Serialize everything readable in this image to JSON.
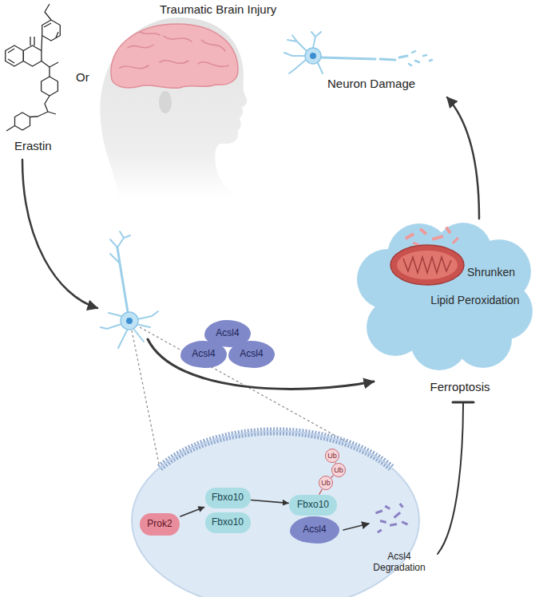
{
  "diagram": {
    "nodes": [
      {
        "text": [
          "Shrunken",
          "Lipid Peroxidation",
          "Ferroptosis"
        ]
      },
      {
        "text": [
          "Acsl4"
        ]
      },
      {
        "text": [
          "Acsl4"
        ]
      },
      {
        "text": [
          "Acsl4"
        ]
      },
      {
        "text": [
          "Ub"
        ]
      },
      {
        "text": [
          "Ub"
        ]
      },
      {
        "text": [
          "Ub"
        ]
      },
      {
        "text": [
          "Prok2"
        ]
      },
      {
        "text": [
          "Fbxo10"
        ]
      },
      {
        "text": [
          "Fbxo10"
        ]
      },
      {
        "text": [
          "Fbxo10"
        ]
      },
      {
        "text": [
          "Acsl4"
        ]
      }
    ],
    "edges": [
      {
        "from": 7,
        "to": 8,
        "arrow": "to"
      },
      {
        "from": 8,
        "to": 10,
        "arrow": "to"
      },
      {
        "from": 4,
        "to": 5,
        "arrow": "none"
      },
      {
        "from": 5,
        "to": 6,
        "arrow": "none"
      },
      {
        "from": 6,
        "to": 10,
        "arrow": "none"
      }
    ],
    "labels": [
      "Traumatic Brain Injury",
      "Erastin",
      "Or",
      "Neuron Damage",
      "Acsl4 Degradation"
    ]
  }
}
